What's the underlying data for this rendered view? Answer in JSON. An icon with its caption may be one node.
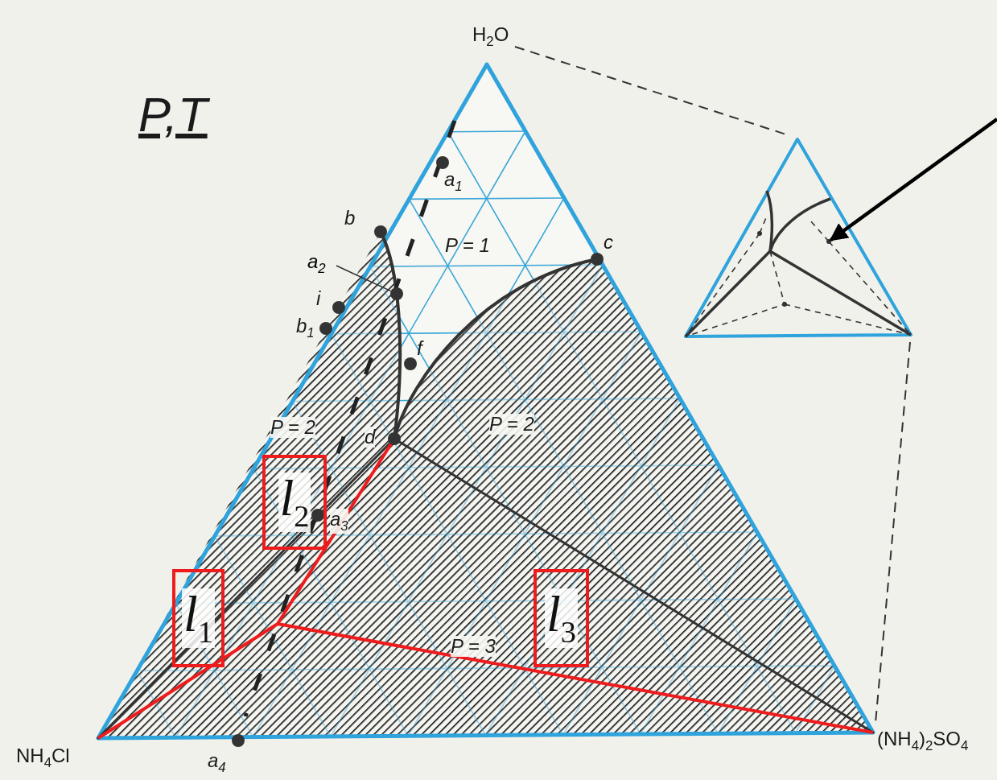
{
  "diagram": {
    "nodes": [
      {
        "text": [
          "l$_{2}$"
        ]
      },
      {
        "text": [
          "l$_{1}$"
        ]
      },
      {
        "text": [
          "l$_{3}$"
        ]
      },
      {
        "text": [
          "a$_{2}$"
        ]
      },
      {
        "text": [],
        "shape": "circle"
      },
      {
        "text": [],
        "shape": "circle"
      }
    ],
    "edges": [
      {
        "from": 3,
        "to": 4,
        "arrow": "none"
      },
      {
        "from": null,
        "to": 5,
        "arrow": "to",
        "style": "thick"
      }
    ],
    "labels": [
      "H$_{2}$O",
      "P,T",
      "a$_{1}$",
      "b",
      "P = 1",
      "c",
      "i",
      "b$_{1}$",
      "f",
      "P = 2",
      "d",
      "P = 2",
      "a$_{3}$",
      "P = 3",
      "NH$_{4}$Cl",
      "a$_{4}$",
      "(NH$_{4}$)$_{2}$SO$_{4}$"
    ]
  }
}
